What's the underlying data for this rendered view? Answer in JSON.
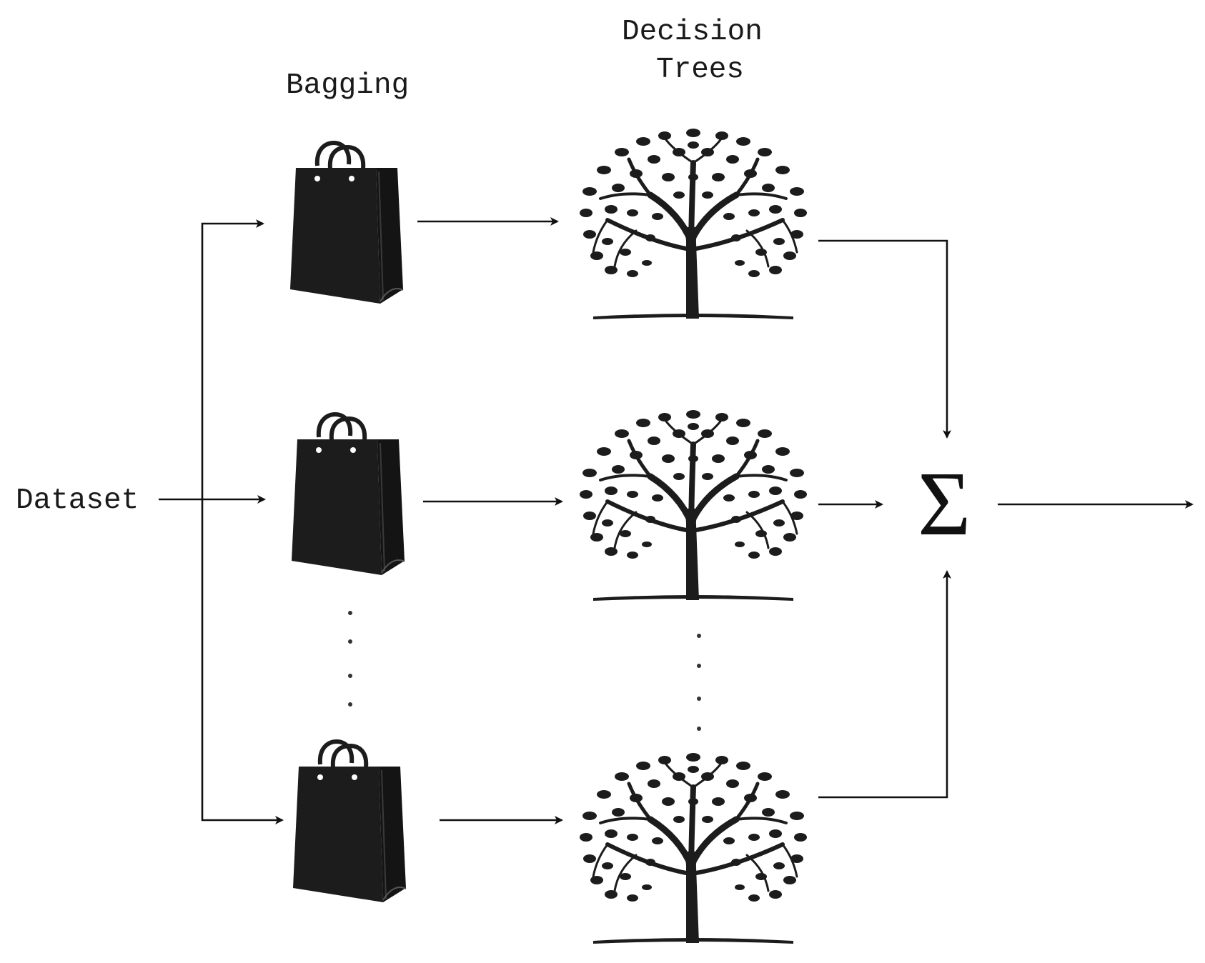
{
  "labels": {
    "input": "Dataset",
    "bagging_header": "Bagging",
    "trees_header_line1": "Decision",
    "trees_header_line2": "Trees",
    "aggregator_symbol": "Σ"
  },
  "bags": [
    {
      "id": "bag-1"
    },
    {
      "id": "bag-2"
    },
    {
      "id": "bag-n"
    }
  ],
  "trees": [
    {
      "id": "tree-1"
    },
    {
      "id": "tree-2"
    },
    {
      "id": "tree-n"
    }
  ],
  "colors": {
    "icon_fill": "#1c1c1c",
    "line": "#111111",
    "background": "#ffffff"
  }
}
